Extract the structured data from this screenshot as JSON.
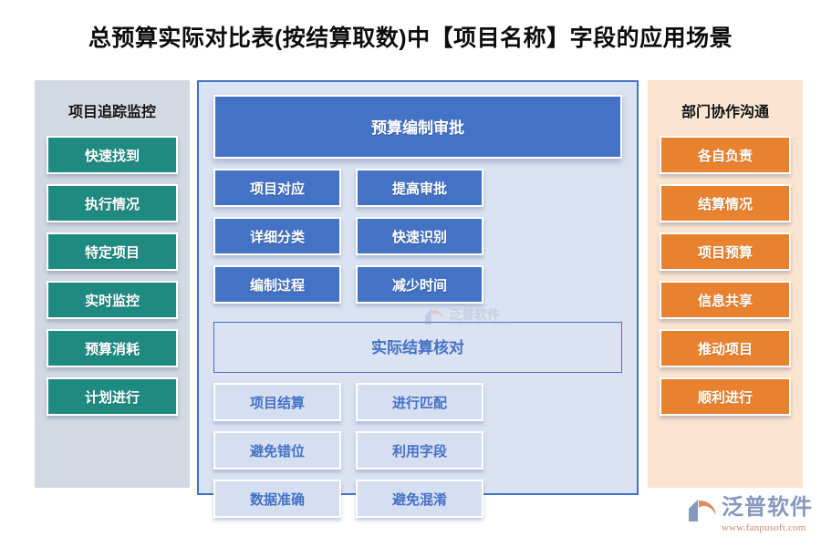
{
  "title": "总预算实际对比表(按结算取数)中【项目名称】字段的应用场景",
  "colors": {
    "teal": "#1f8a82",
    "orange": "#e8822e",
    "blue": "#4472c4",
    "panel_left_bg": "#d3d9e3",
    "panel_center_bg": "#dbe2f2",
    "panel_right_bg": "#fbe5d0",
    "tile_light_bg": "#d6def2"
  },
  "left_panel": {
    "heading": "项目追踪监控",
    "items": [
      {
        "label": "快速找到"
      },
      {
        "label": "执行情况"
      },
      {
        "label": "特定项目"
      },
      {
        "label": "实时监控"
      },
      {
        "label": "预算消耗"
      },
      {
        "label": "计划进行"
      }
    ]
  },
  "center_panel": {
    "sections": [
      {
        "banner": "预算编制审批",
        "banner_style": "solid",
        "tiles": [
          {
            "label": "项目对应"
          },
          {
            "label": "提高审批"
          },
          {
            "label": "详细分类"
          },
          {
            "label": "快速识别"
          },
          {
            "label": "编制过程"
          },
          {
            "label": "减少时间"
          }
        ]
      },
      {
        "banner": "实际结算核对",
        "banner_style": "outline",
        "tiles": [
          {
            "label": "项目结算"
          },
          {
            "label": "进行匹配"
          },
          {
            "label": "避免错位"
          },
          {
            "label": "利用字段"
          },
          {
            "label": "数据准确"
          },
          {
            "label": "避免混淆"
          }
        ]
      }
    ]
  },
  "right_panel": {
    "heading": "部门协作沟通",
    "items": [
      {
        "label": "各自负责"
      },
      {
        "label": "结算情况"
      },
      {
        "label": "项目预算"
      },
      {
        "label": "信息共享"
      },
      {
        "label": "推动项目"
      },
      {
        "label": "顺利进行"
      }
    ]
  },
  "watermark": {
    "cn": "泛普软件",
    "en": "FANPU SOFTWARE"
  },
  "brand": {
    "name": "泛普软件",
    "url": "www.fanpusoft.com"
  }
}
